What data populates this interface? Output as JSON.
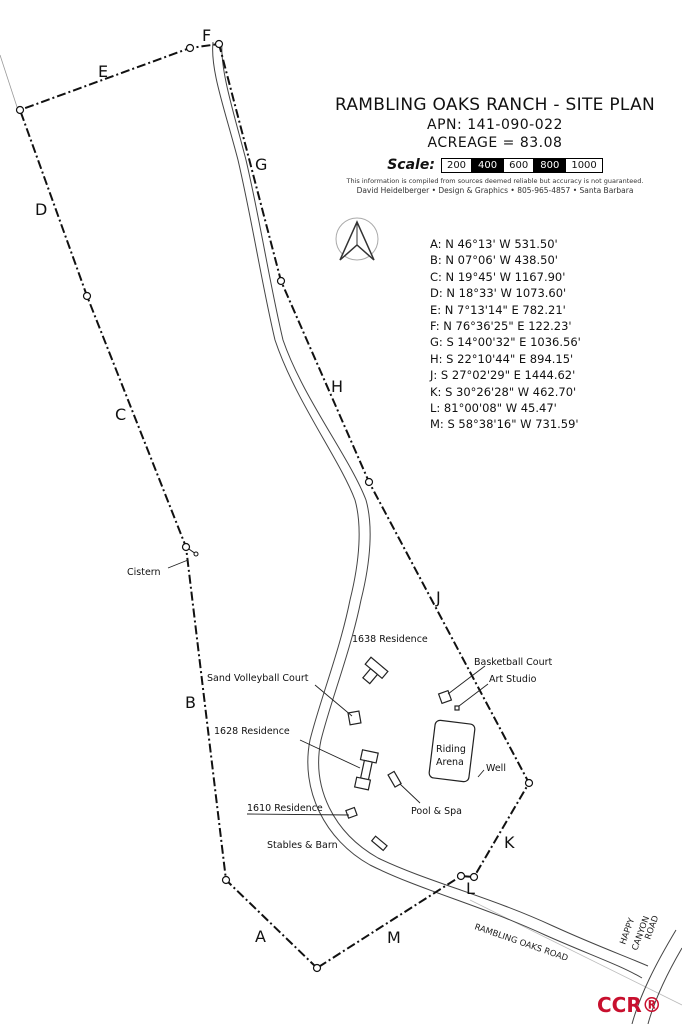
{
  "title": {
    "heading": "RAMBLING OAKS RANCH - SITE PLAN",
    "apn": "APN: 141-090-022",
    "acreage": "ACREAGE = 83.08"
  },
  "scale": {
    "label": "Scale:",
    "segments": [
      "200",
      "400",
      "600",
      "800",
      "1000"
    ]
  },
  "disclaimer": "This information is compiled from sources deemed reliable but accuracy is not guaranteed.",
  "credit": "David Heidelberger • Design & Graphics • 805-965-4857 • Santa Barbara",
  "bearings": [
    "A: N 46°13' W  531.50'",
    "B: N 07°06' W  438.50'",
    "C: N 19°45' W  1167.90'",
    "D: N 18°33' W  1073.60'",
    "E: N 7°13'14\" E  782.21'",
    "F: N 76°36'25\" E  122.23'",
    "G: S 14°00'32\" E 1036.56'",
    "H: S 22°10'44\" E  894.15'",
    "J: S 27°02'29\" E  1444.62'",
    "K: S 30°26'28\" W  462.70'",
    "L: 81°00'08\" W  45.47'",
    "M: S 58°38'16\" W  731.59'"
  ],
  "segment_labels": [
    "A",
    "B",
    "C",
    "D",
    "E",
    "F",
    "G",
    "H",
    "J",
    "K",
    "L",
    "M"
  ],
  "features": {
    "cistern": "Cistern",
    "residence_1638": "1638 Residence",
    "sand_volleyball": "Sand Volleyball Court",
    "basketball": "Basketball Court",
    "art_studio": "Art Studio",
    "residence_1628": "1628 Residence",
    "riding_arena_1": "Riding",
    "riding_arena_2": "Arena",
    "well": "Well",
    "residence_1610": "1610 Residence",
    "pool_spa": "Pool  & Spa",
    "stables": "Stables & Barn"
  },
  "roads": {
    "rambling_oaks": "RAMBLING OAKS ROAD",
    "happy_canyon": [
      "HAPPY",
      "CANYON",
      "ROAD"
    ]
  },
  "watermark": "CCR®"
}
